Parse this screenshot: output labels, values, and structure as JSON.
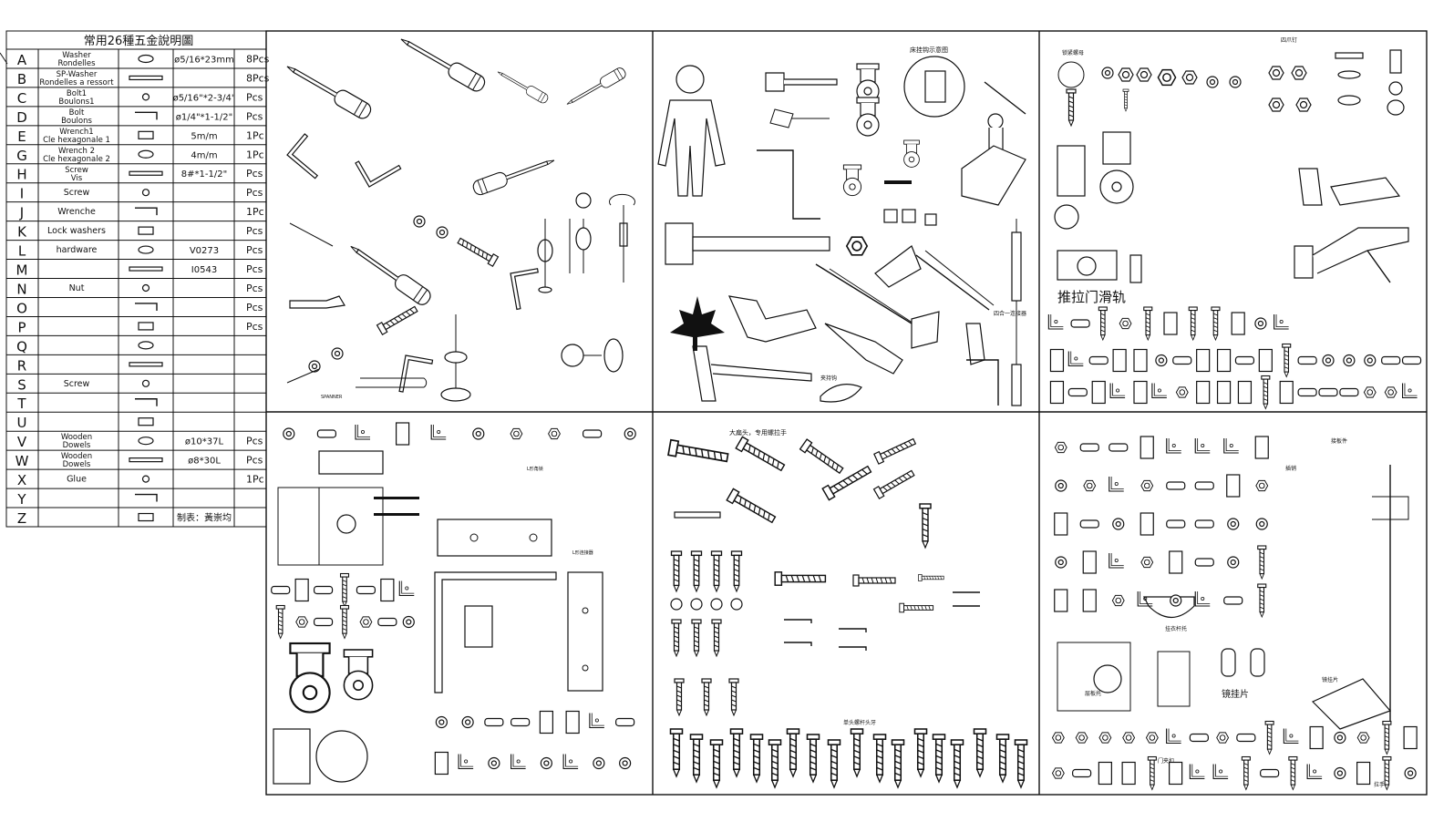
{
  "table": {
    "title": "常用26種五金說明圖",
    "rows": [
      {
        "letter": "A",
        "name": "Washer\nRondelles",
        "spec": "ø5/16*23mm",
        "qty": "8Pcs"
      },
      {
        "letter": "B",
        "name": "SP-Washer\nRondelles a ressort",
        "spec": "",
        "qty": "8Pcs"
      },
      {
        "letter": "C",
        "name": "Bolt1\nBoulons1",
        "spec": "ø5/16\"*2-3/4\"",
        "qty": "Pcs"
      },
      {
        "letter": "D",
        "name": "Bolt\nBoulons",
        "spec": "ø1/4\"*1-1/2\"",
        "qty": "Pcs"
      },
      {
        "letter": "E",
        "name": "Wrench1\nCle hexagonale 1",
        "spec": "5m/m",
        "qty": "1Pc"
      },
      {
        "letter": "G",
        "name": "Wrench 2\nCle hexagonale 2",
        "spec": "4m/m",
        "qty": "1Pc"
      },
      {
        "letter": "H",
        "name": "Screw\nVis",
        "spec": "8#*1-1/2\"",
        "qty": "Pcs"
      },
      {
        "letter": "I",
        "name": "Screw",
        "spec": "",
        "qty": "Pcs"
      },
      {
        "letter": "J",
        "name": "Wrenche",
        "spec": "",
        "qty": "1Pc"
      },
      {
        "letter": "K",
        "name": "Lock washers",
        "spec": "",
        "qty": "Pcs"
      },
      {
        "letter": "L",
        "name": "hardware",
        "spec": "V0273",
        "qty": "Pcs"
      },
      {
        "letter": "M",
        "name": "",
        "spec": "I0543",
        "qty": "Pcs"
      },
      {
        "letter": "N",
        "name": "Nut",
        "spec": "",
        "qty": "Pcs"
      },
      {
        "letter": "O",
        "name": "",
        "spec": "",
        "qty": "Pcs"
      },
      {
        "letter": "P",
        "name": "",
        "spec": "",
        "qty": "Pcs"
      },
      {
        "letter": "Q",
        "name": "",
        "spec": "",
        "qty": ""
      },
      {
        "letter": "R",
        "name": "",
        "spec": "",
        "qty": ""
      },
      {
        "letter": "S",
        "name": "Screw",
        "spec": "",
        "qty": ""
      },
      {
        "letter": "T",
        "name": "",
        "spec": "",
        "qty": ""
      },
      {
        "letter": "U",
        "name": "",
        "spec": "",
        "qty": ""
      },
      {
        "letter": "V",
        "name": "Wooden\nDowels",
        "spec": "ø10*37L",
        "qty": "Pcs"
      },
      {
        "letter": "W",
        "name": "Wooden\nDowels",
        "spec": "ø8*30L",
        "qty": "Pcs"
      },
      {
        "letter": "X",
        "name": "Glue",
        "spec": "",
        "qty": "1Pc"
      },
      {
        "letter": "Y",
        "name": "",
        "spec": "",
        "qty": ""
      },
      {
        "letter": "Z",
        "name": "",
        "spec": "制表：黃崇均",
        "qty": ""
      }
    ]
  },
  "labels": {
    "bed_hang": "床挂钩示意图",
    "locking_nut": "锁紧螺母",
    "four_claw_nail": "四爪钉",
    "sliding_rail": "推拉门滑轨",
    "leaf_label": "夹持钩",
    "four_in_one": "四合一连接器",
    "big_flat_head": "大扁头，专用螺拉手",
    "l_lock": "L形角锁",
    "l_connector": "L形连接器",
    "single_head": "单头螺杆头牙",
    "shelf_pin": "层板托",
    "pin": "插销",
    "hanger": "挂衣杆托",
    "hook_piece": "镜挂片",
    "mirror_hook": "镜挂片",
    "door_hinge": "门夹扣",
    "edge_trim": "接板件",
    "handle_mark": "拉手",
    "spanner": "SPANNER"
  },
  "icons": [
    "screwdriver-icon",
    "hex-key-icon",
    "washer-icon",
    "hammer-icon",
    "caster-icon",
    "bolt-icon",
    "hinge-icon",
    "screw-icon",
    "maple-leaf-icon",
    "person-silhouette-icon"
  ]
}
